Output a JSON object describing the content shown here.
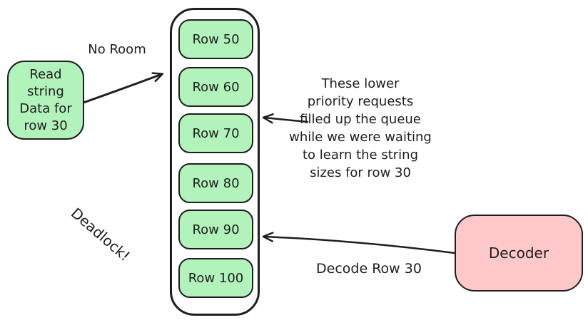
{
  "diagram": {
    "title_hint": "queue deadlock diagram",
    "colors": {
      "background": "#ffffff",
      "stroke": "#1e1e1e",
      "queue_item_fill": "#b2f2bb",
      "decoder_fill": "#ffc9c9"
    }
  },
  "read_request_box": {
    "lines": [
      "Read",
      "string",
      "Data for",
      "row 30"
    ]
  },
  "queue": {
    "rows": [
      "Row 50",
      "Row 60",
      "Row 70",
      "Row 80",
      "Row 90",
      "Row 100"
    ]
  },
  "annotation": {
    "lines": [
      "These lower",
      "priority requests",
      "filled up the queue",
      "while we were waiting",
      "to learn the string",
      "sizes for row 30"
    ]
  },
  "decoder_box": {
    "label": "Decoder"
  },
  "labels": {
    "no_room": "No Room",
    "decode_row": "Decode Row 30",
    "deadlock": "Deadlock!"
  }
}
